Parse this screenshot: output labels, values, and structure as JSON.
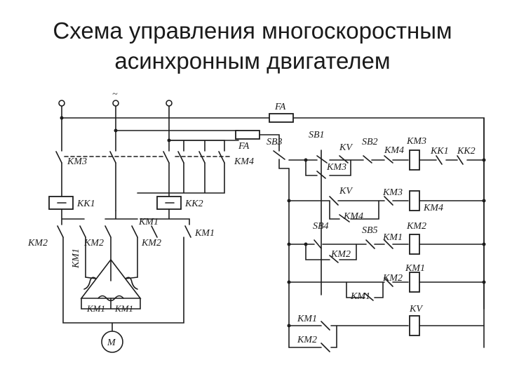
{
  "title": {
    "line1": "Схема управления многоскоростным",
    "line2": "асинхронным двигателем"
  },
  "diagram": {
    "supply_symbol": "~",
    "labels": {
      "fa_top": "FA",
      "fa_mid": "FA",
      "km3_power": "КМ3",
      "km4_power": "КМ4",
      "kk1_heater": "КК1",
      "kk2_heater": "КК2",
      "km1_top": "КМ1",
      "km1_right": "КМ1",
      "km2_left": "КМ2",
      "km2_mid1": "КМ2",
      "km2_mid2": "КМ2",
      "km1_vertical": "КМ1",
      "km1_star_a": "КМ1",
      "km1_star_b": "КМ1",
      "motor": "М",
      "sb3": "SB3",
      "sb1": "SB1",
      "kv_r1": "KV",
      "sb2": "SB2",
      "km3_coil": "КМ3",
      "km4_nc_r1": "КМ4",
      "kk1_contact": "КК1",
      "kk2_contact": "КК2",
      "km3_seal": "КМ3",
      "kv_r2": "KV",
      "km3_nc_r2": "КМ3",
      "km4_seal": "КМ4",
      "km4_coil": "КМ4",
      "sb4": "SB4",
      "sb5": "SB5",
      "km1_nc_r3": "КМ1",
      "km2_coil": "КМ2",
      "km2_seal": "КМ2",
      "km1_coil_label": "КМ1",
      "km2_nc_r4": "КМ2",
      "km1_seal": "КМ1",
      "kv_coil": "KV",
      "km1_r5": "КМ1",
      "km2_r6": "КМ2"
    }
  }
}
